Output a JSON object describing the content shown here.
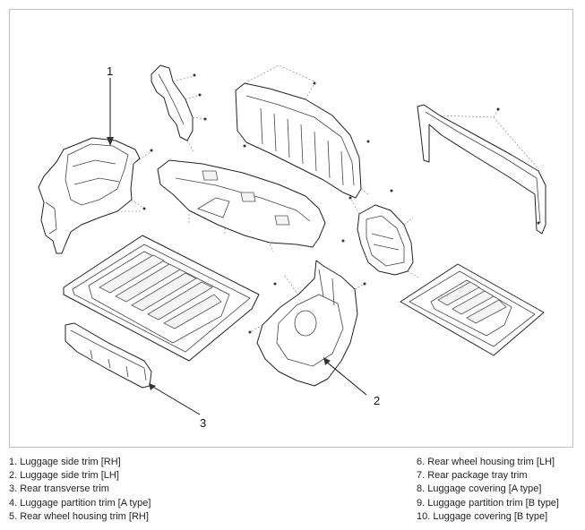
{
  "callouts": [
    "1",
    "2",
    "3"
  ],
  "legend": {
    "left": [
      "1. Luggage side trim [RH]",
      "2. Luggage side trim [LH]",
      "3. Rear transverse trim",
      "4. Luggage partition trim [A type]",
      "5. Rear wheel housing trim [RH]"
    ],
    "right": [
      "6. Rear wheel housing trim [LH]",
      "7. Rear package tray trim",
      "8. Luggage covering [A type]",
      "9. Luggage partition trim [B type]",
      "10. Luggage covering [B type]"
    ]
  },
  "colors": {
    "line": "#222222",
    "frame": "#bfbfbf",
    "text": "#222222"
  }
}
